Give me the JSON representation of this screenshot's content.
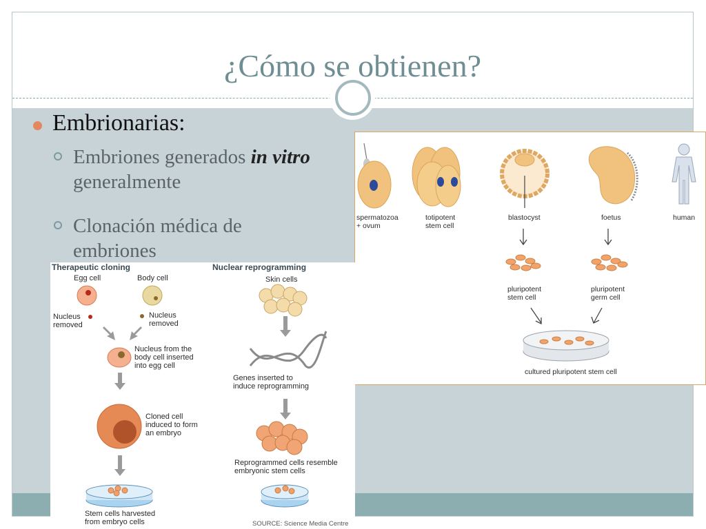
{
  "slide": {
    "title": "¿Cómo se obtienen?",
    "bullet_main": "Embrionarias:",
    "sub1_part1": "Embriones generados ",
    "sub1_italic": "in vitro",
    "sub1_part2": " generalmente",
    "sub2": "Clonación médica de embriones"
  },
  "colors": {
    "title": "#6e8e94",
    "content_bg": "#c8d3d8",
    "bottom_band": "#8daeb0",
    "bullet": "#e2875e"
  },
  "figure_right": {
    "labels": {
      "spermatozoa": "spermatozoa",
      "ovum": "+ ovum",
      "totipotent_1": "totipotent",
      "totipotent_2": "stem cell",
      "blastocyst": "blastocyst",
      "foetus": "foetus",
      "human": "human",
      "pluri_stem_1": "pluripotent",
      "pluri_stem_2": "stem cell",
      "pluri_germ_1": "pluripotent",
      "pluri_germ_2": "germ cell",
      "cultured": "cultured pluripotent stem cell"
    }
  },
  "figure_left": {
    "therapeutic_title": "Therapeutic cloning",
    "nuclear_title": "Nuclear reprogramming",
    "egg_cell": "Egg cell",
    "body_cell": "Body cell",
    "nucleus_removed_1a": "Nucleus",
    "nucleus_removed_1b": "removed",
    "nucleus_removed_2a": "Nucleus",
    "nucleus_removed_2b": "removed",
    "nucleus_from_1": "Nucleus from the",
    "nucleus_from_2": "body cell inserted",
    "nucleus_from_3": "into egg cell",
    "cloned_1": "Cloned cell",
    "cloned_2": "induced to form",
    "cloned_3": "an embryo",
    "stem_harvest_1": "Stem cells harvested",
    "stem_harvest_2": "from embryo cells",
    "skin_cells": "Skin cells",
    "genes_1": "Genes inserted to",
    "genes_2": "induce reprogramming",
    "reprog_1": "Reprogrammed cells resemble",
    "reprog_2": "embryonic stem cells",
    "source": "SOURCE: Science Media Centre"
  }
}
